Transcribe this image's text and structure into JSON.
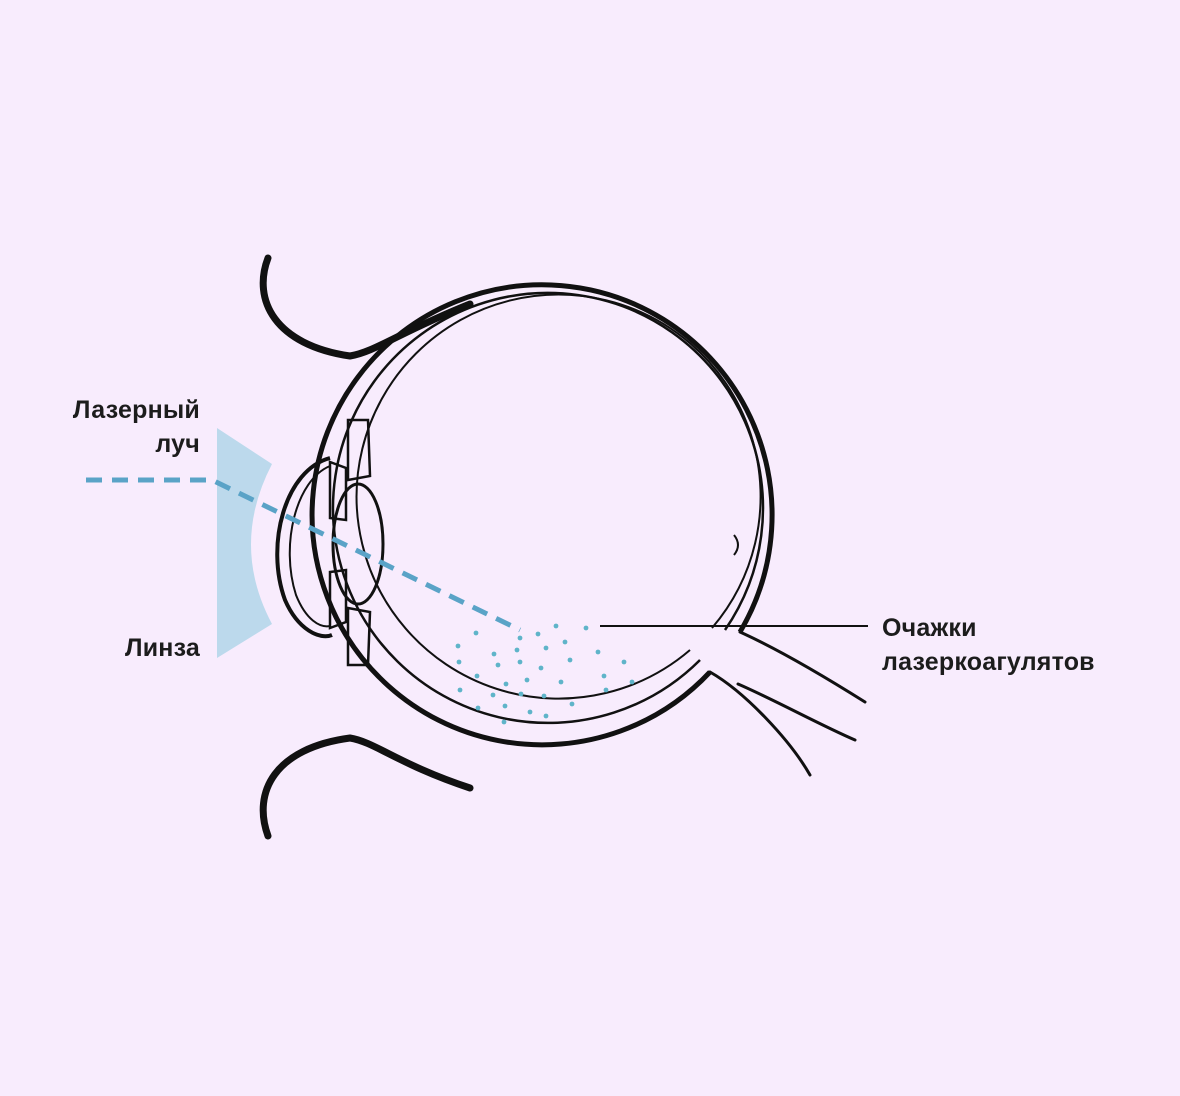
{
  "labels": {
    "laser_beam_line1": "Лазерный",
    "laser_beam_line2": "луч",
    "lens": "Линза",
    "spots_line1": "Очажки",
    "spots_line2": "лазеркоагулятов"
  },
  "colors": {
    "background": "#f8ecfd",
    "outline": "#111111",
    "laser": "#5aa3c7",
    "lens_fill": "#bcd9ec",
    "spots": "#5fb4c9",
    "text": "#1c1c1c"
  }
}
